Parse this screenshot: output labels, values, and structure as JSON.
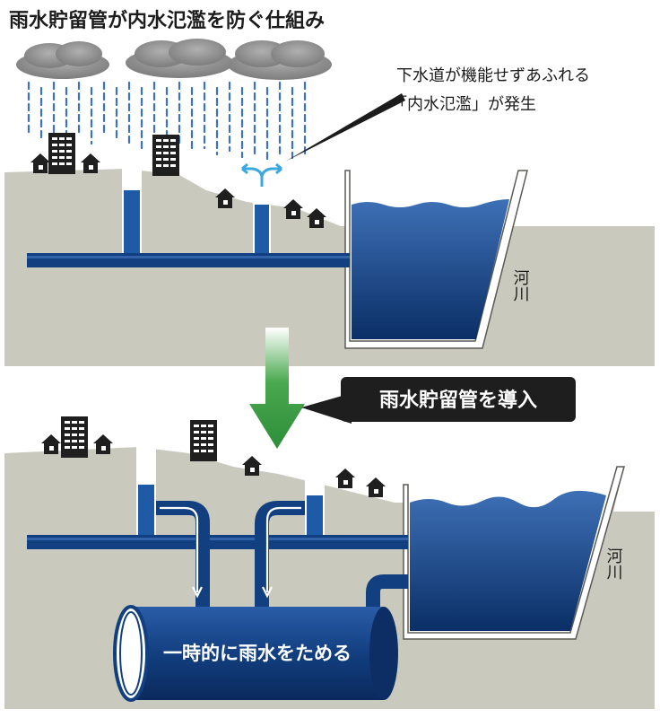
{
  "title": "雨水貯留管が内水氾濫を防ぐ仕組み",
  "callout": {
    "line1": "下水道が機能せずあふれる",
    "line2": "「内水氾濫」が発生"
  },
  "river_label_top": "河川",
  "river_label_bottom": "河川",
  "banner": "雨水貯留管を導入",
  "tank_label": "一時的に雨水をためる",
  "colors": {
    "ground": "#c9c9be",
    "water_dark": "#0f3c78",
    "water_light": "#3e70b6",
    "pipe": "#123f80",
    "arrow_green": "#2d8f3a",
    "banner_bg": "#1e1e1e",
    "overflow_arrow": "#39a9e0"
  },
  "icons": [
    "cloud-icon",
    "house-icon",
    "building-icon",
    "overflow-arrow-icon",
    "down-arrow-icon"
  ]
}
